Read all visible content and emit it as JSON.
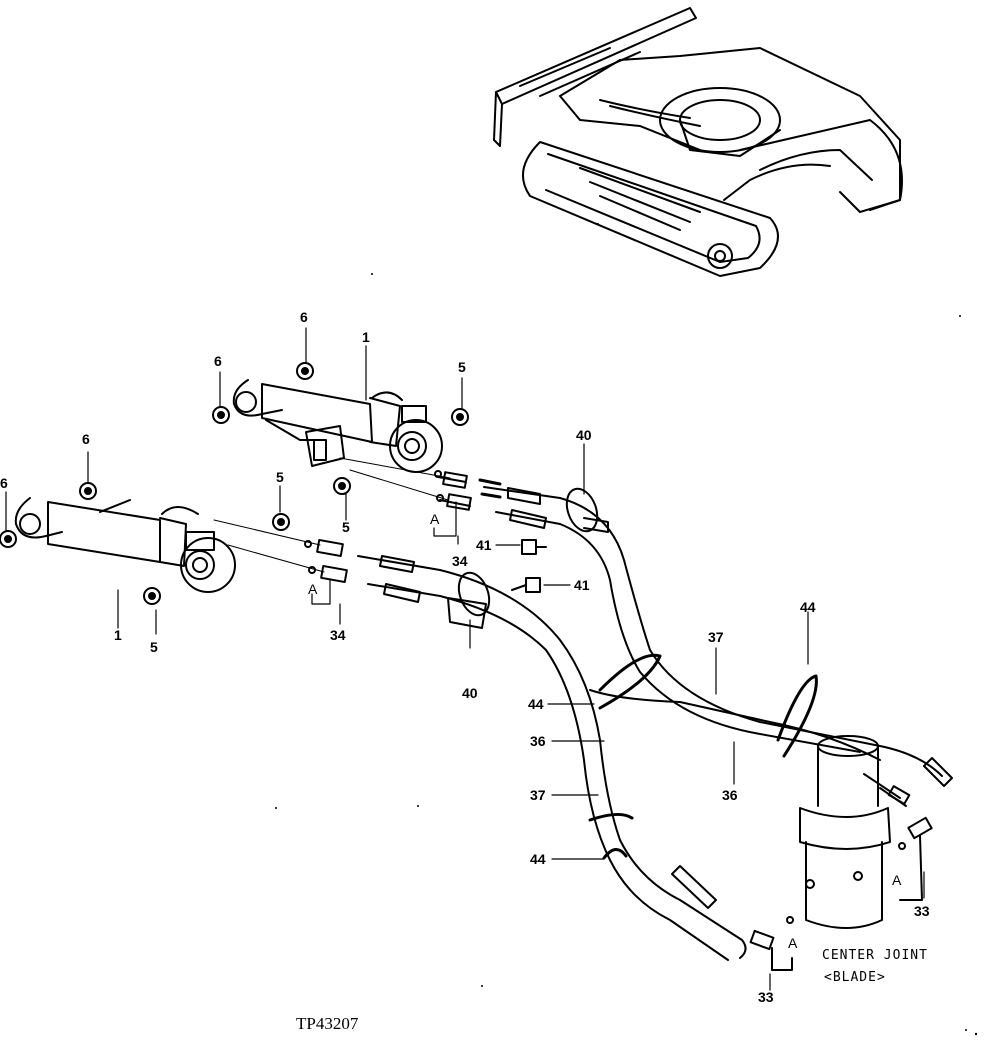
{
  "drawing_code": "TP43207",
  "center_joint": {
    "line1": "CENTER JOINT",
    "line2": "<BLADE>"
  },
  "callouts": {
    "c1a": "1",
    "c1b": "1",
    "c5a": "5",
    "c5b": "5",
    "c5c": "5",
    "c5d": "5",
    "c6a": "6",
    "c6b": "6",
    "c6c": "6",
    "c6d": "6",
    "ca1": "A",
    "ca2": "A",
    "ca3": "A",
    "ca4": "A",
    "c33a": "33",
    "c33b": "33",
    "c34a": "34",
    "c34b": "34",
    "c36a": "36",
    "c36b": "36",
    "c37a": "37",
    "c37b": "37",
    "c40a": "40",
    "c40b": "40",
    "c41a": "41",
    "c41b": "41",
    "c44a": "44",
    "c44b": "44",
    "c44c": "44"
  }
}
